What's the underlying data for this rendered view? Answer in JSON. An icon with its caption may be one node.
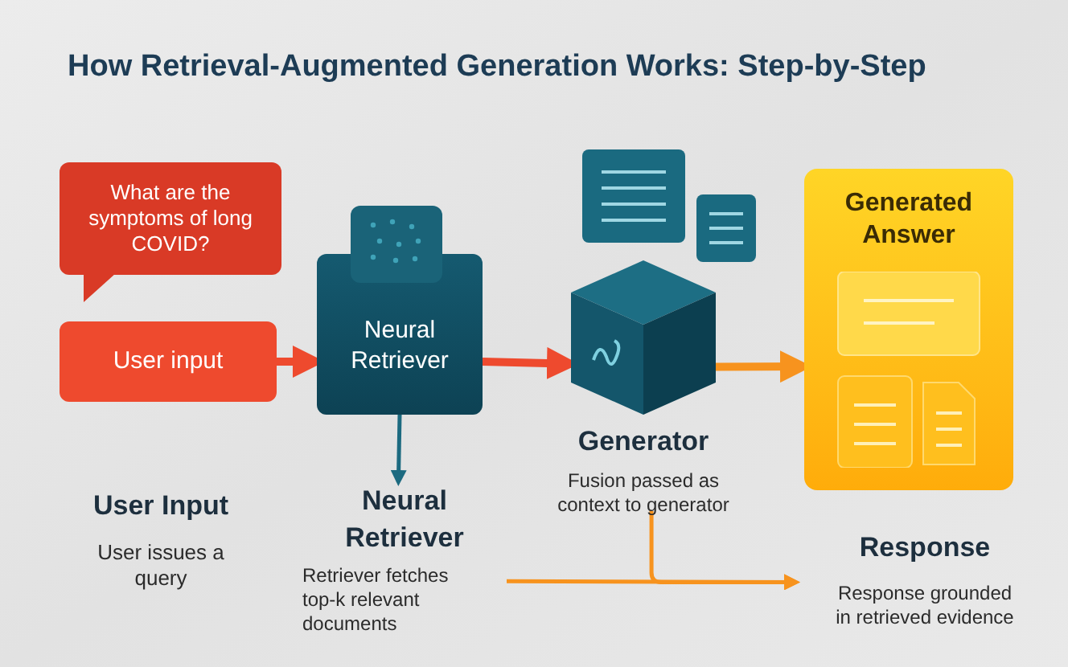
{
  "diagram": {
    "title": "How Retrieval-Augmented Generation Works: Step-by-Step",
    "nodes": [
      {
        "text": [
          "What are the symptoms of long COVID?"
        ]
      },
      {
        "text": [
          "User input"
        ]
      },
      {
        "text": [
          "Neural Retriever"
        ]
      },
      {
        "text": [],
        "shape": "cube"
      },
      {
        "text": [
          "Generator",
          "Fusion passed as context to generator"
        ]
      },
      {
        "text": [
          "Generated Answer"
        ]
      },
      {
        "text": [
          "Neural Retriever",
          "Retriever fetches top-k relevant documents"
        ]
      },
      {
        "text": [
          "Response",
          "Response grounded in retrieved evidence"
        ]
      }
    ],
    "edges": [
      {
        "from": 1,
        "to": 2,
        "arrow": "to",
        "style": "thick",
        "color": "#ee4a2e"
      },
      {
        "from": 2,
        "to": 3,
        "arrow": "to",
        "style": "thick",
        "color": "#ee4a2e"
      },
      {
        "from": 3,
        "to": 5,
        "arrow": "to",
        "style": "thick",
        "color": "#f7931e"
      },
      {
        "from": 2,
        "to": 6,
        "arrow": "to",
        "color": "#1c6a80"
      },
      {
        "from": 6,
        "to": 7,
        "arrow": "to",
        "color": "#f7931e"
      },
      {
        "from": 4,
        "to": 7,
        "arrow": "to",
        "color": "#f7931e"
      }
    ],
    "labels": [
      "User Input",
      "User issues a query"
    ]
  }
}
